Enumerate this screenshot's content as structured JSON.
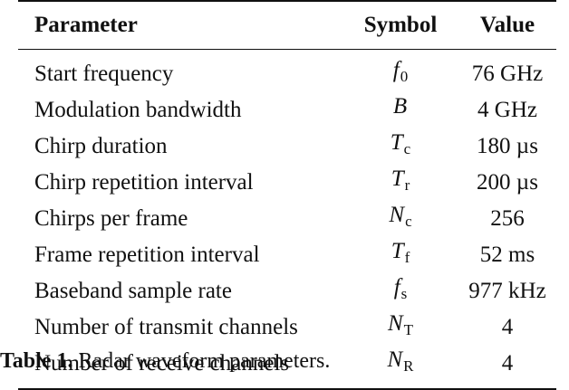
{
  "table": {
    "headers": {
      "parameter": "Parameter",
      "symbol": "Symbol",
      "value": "Value"
    },
    "rows": [
      {
        "parameter": "Start frequency",
        "symbol": "f",
        "symbol_sub": "0",
        "value": "76 GHz"
      },
      {
        "parameter": "Modulation bandwidth",
        "symbol": "B",
        "symbol_sub": "",
        "value": "4 GHz"
      },
      {
        "parameter": "Chirp duration",
        "symbol": "T",
        "symbol_sub": "c",
        "value": "180 µs"
      },
      {
        "parameter": "Chirp repetition interval",
        "symbol": "T",
        "symbol_sub": "r",
        "value": "200 µs"
      },
      {
        "parameter": "Chirps per frame",
        "symbol": "N",
        "symbol_sub": "c",
        "value": "256"
      },
      {
        "parameter": "Frame repetition interval",
        "symbol": "T",
        "symbol_sub": "f",
        "value": "52 ms"
      },
      {
        "parameter": "Baseband sample rate",
        "symbol": "f",
        "symbol_sub": "s",
        "value": "977 kHz"
      },
      {
        "parameter": "Number of transmit channels",
        "symbol": "N",
        "symbol_sub": "T",
        "value": "4"
      },
      {
        "parameter": "Number of receive channels",
        "symbol": "N",
        "symbol_sub": "R",
        "value": "4"
      }
    ]
  },
  "caption": {
    "label": "Table 1.",
    "text": "Radar waveform parameters."
  }
}
